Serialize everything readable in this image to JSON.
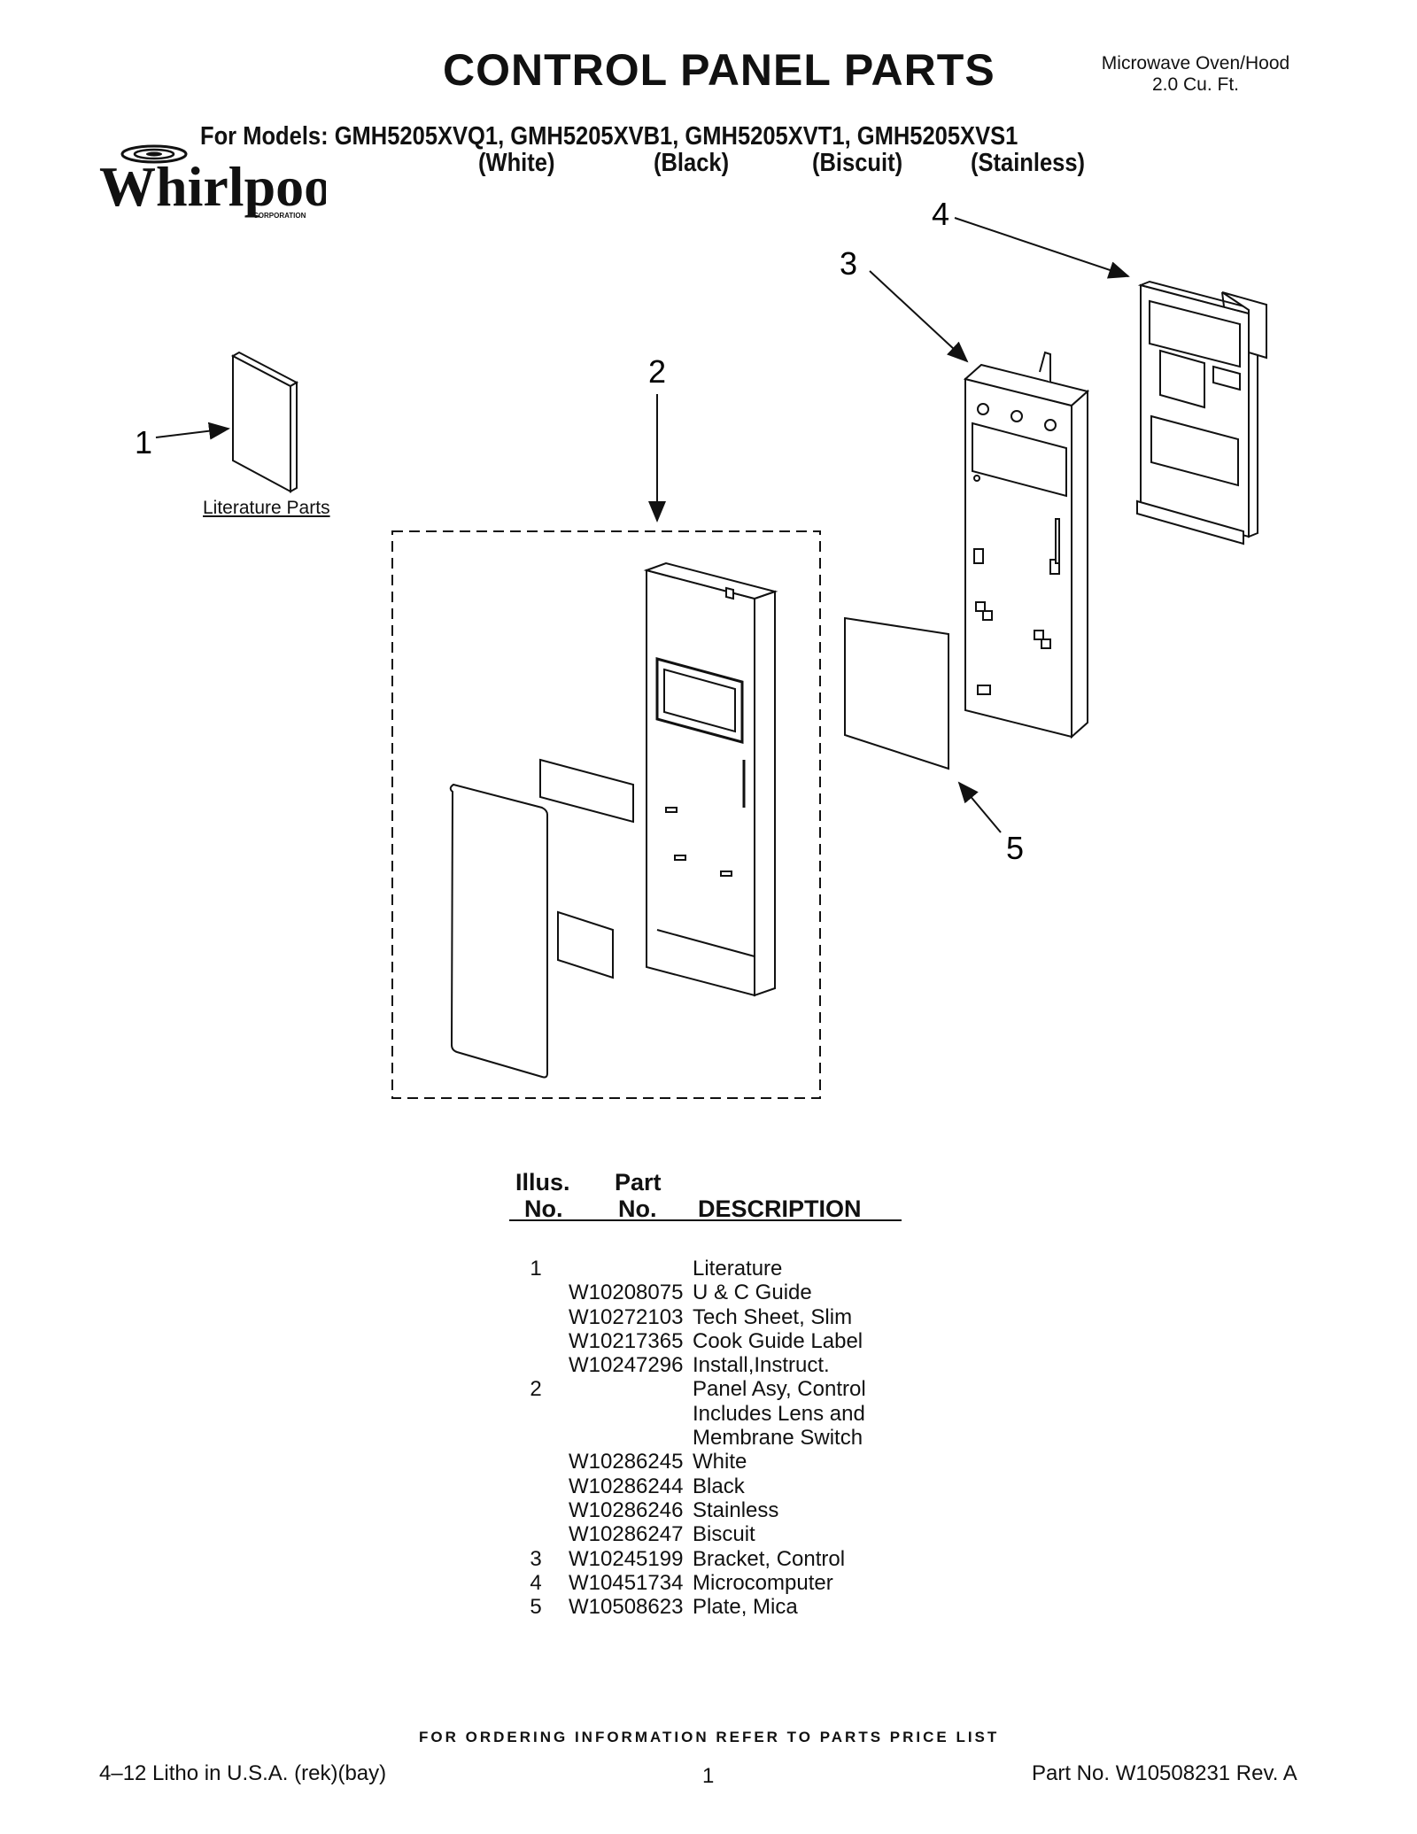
{
  "header": {
    "title": "CONTROL PANEL PARTS",
    "subtitle": "For Models: GMH5205XVQ1, GMH5205XVB1, GMH5205XVT1, GMH5205XVS1",
    "model_colors": [
      "(White)",
      "(Black)",
      "(Biscuit)",
      "(Stainless)"
    ],
    "product_type_line1": "Microwave Oven/Hood",
    "product_type_line2": "2.0 Cu. Ft.",
    "brand": "Whirlpool",
    "brand_sub": "CORPORATION"
  },
  "diagram": {
    "callouts": [
      "1",
      "2",
      "3",
      "4",
      "5"
    ],
    "literature_label": "Literature Parts"
  },
  "table": {
    "header_illus_1": "Illus.",
    "header_illus_2": "No.",
    "header_part_1": "Part",
    "header_part_2": "No.",
    "header_desc": "DESCRIPTION",
    "rows": [
      {
        "no": "1",
        "part": "",
        "desc": "Literature"
      },
      {
        "no": "",
        "part": "W10208075",
        "desc": "U & C Guide"
      },
      {
        "no": "",
        "part": "W10272103",
        "desc": "Tech Sheet, Slim"
      },
      {
        "no": "",
        "part": "W10217365",
        "desc": "Cook Guide Label"
      },
      {
        "no": "",
        "part": "W10247296",
        "desc": "Install,Instruct."
      },
      {
        "no": "2",
        "part": "",
        "desc": "Panel Asy, Control"
      },
      {
        "no": "",
        "part": "",
        "desc": "Includes Lens and"
      },
      {
        "no": "",
        "part": "",
        "desc": "Membrane Switch"
      },
      {
        "no": "",
        "part": "W10286245",
        "desc": "White"
      },
      {
        "no": "",
        "part": "W10286244",
        "desc": "Black"
      },
      {
        "no": "",
        "part": "W10286246",
        "desc": "Stainless"
      },
      {
        "no": "",
        "part": "W10286247",
        "desc": "Biscuit"
      },
      {
        "no": "3",
        "part": "W10245199",
        "desc": "Bracket, Control"
      },
      {
        "no": "4",
        "part": "W10451734",
        "desc": "Microcomputer"
      },
      {
        "no": "5",
        "part": "W10508623",
        "desc": "Plate, Mica"
      }
    ]
  },
  "footer": {
    "ordering_note": "FOR ORDERING INFORMATION REFER TO PARTS PRICE LIST",
    "litho": "4–12 Litho in U.S.A. (rek)(bay)",
    "page": "1",
    "part_no": "Part No. W10508231 Rev. A"
  }
}
